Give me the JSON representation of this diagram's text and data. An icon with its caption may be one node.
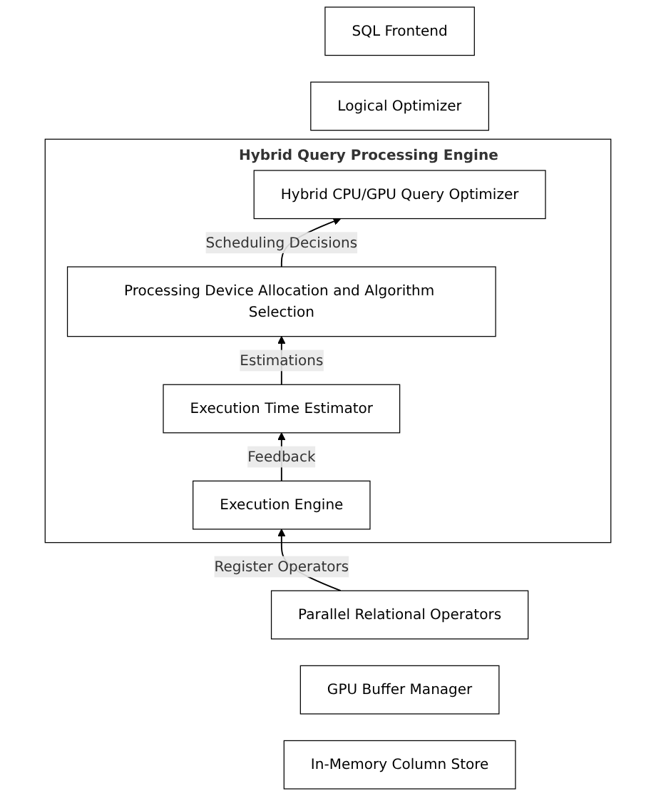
{
  "diagram": {
    "nodes": [
      {
        "text": [
          "SQL Frontend"
        ]
      },
      {
        "text": [
          "Logical Optimizer"
        ]
      },
      {
        "text": [
          "Hybrid Query Processing Engine"
        ]
      },
      {
        "text": [
          "Hybrid CPU/GPU Query Optimizer"
        ],
        "in": 2
      },
      {
        "text": [
          "Processing Device Allocation and Algorithm Selection"
        ],
        "in": 2
      },
      {
        "text": [
          "Execution Time Estimator"
        ],
        "in": 2
      },
      {
        "text": [
          "Execution Engine"
        ],
        "in": 2
      },
      {
        "text": [
          "Parallel Relational Operators"
        ]
      },
      {
        "text": [
          "GPU Buffer Manager"
        ]
      },
      {
        "text": [
          "In-Memory Column Store"
        ]
      }
    ],
    "edges": [
      {
        "from": 4,
        "to": 3,
        "arrow": "to",
        "label": "Scheduling Decisions"
      },
      {
        "from": 5,
        "to": 4,
        "arrow": "to",
        "label": "Estimations"
      },
      {
        "from": 6,
        "to": 5,
        "arrow": "to",
        "label": "Feedback"
      },
      {
        "from": 7,
        "to": 6,
        "arrow": "to",
        "label": "Register Operators"
      }
    ]
  }
}
